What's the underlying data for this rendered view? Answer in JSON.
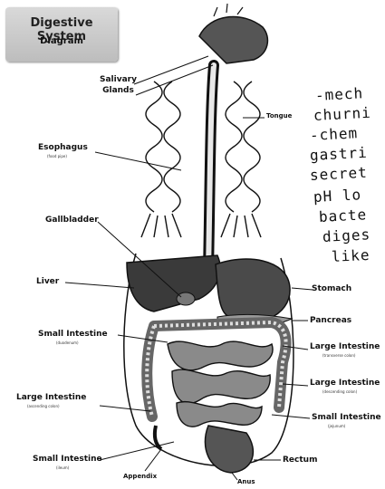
{
  "title": {
    "line1": "Digestive System",
    "line2": "Diagram"
  },
  "labels": {
    "salivary_glands": "Salivary\nGlands",
    "tongue": "Tongue",
    "esophagus": "Esophagus",
    "esophagus_sub": "(food pipe)",
    "gallbladder": "Gallbladder",
    "liver": "Liver",
    "stomach": "Stomach",
    "small_intestine_left": "Small Intestine",
    "small_intestine_left_sub": "(duodenum)",
    "pancreas": "Pancreas",
    "large_intestine_transverse": "Large Intestine",
    "large_intestine_transverse_sub": "(transverse colon)",
    "large_intestine_descending": "Large Intestine",
    "large_intestine_descending_sub": "(descending colon)",
    "large_intestine_ascending": "Large Intestine",
    "large_intestine_ascending_sub": "(ascending colon)",
    "small_intestine_right": "Small Intestine",
    "small_intestine_right_sub": "(jejunum)",
    "small_intestine_bottom": "Small Intestine",
    "small_intestine_bottom_sub": "(ileum)",
    "rectum": "Rectum",
    "appendix": "Appendix",
    "anus": "Anus"
  },
  "handwritten_notes": [
    "-mech",
    "churni",
    "-chem",
    "gastri",
    "secret",
    "pH lo",
    "bacte",
    "diges",
    "like"
  ]
}
